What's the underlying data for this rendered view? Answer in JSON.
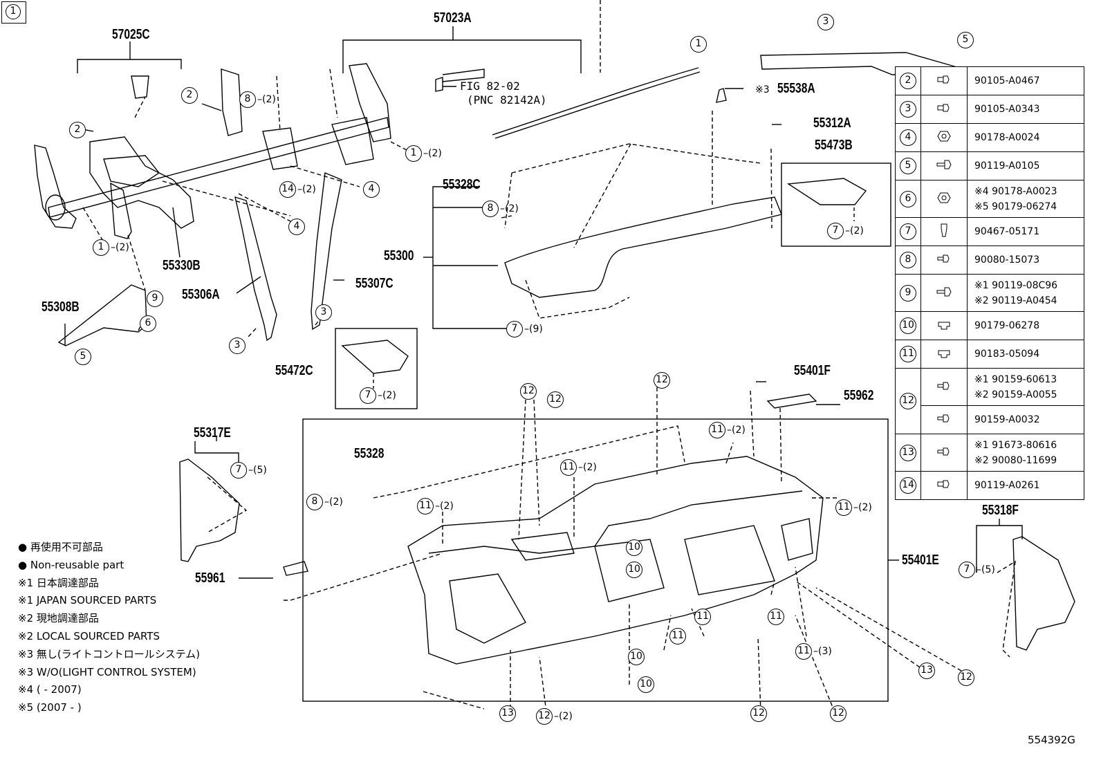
{
  "index_badge": "1",
  "part_numbers": {
    "p57025C": "57025C",
    "p57023A": "57023A",
    "p55330B": "55330B",
    "p55306A": "55306A",
    "p55307C": "55307C",
    "p55308B": "55308B",
    "p55472C": "55472C",
    "p55538A": "55538A",
    "p55312A": "55312A",
    "p55473B": "55473B",
    "p55328C": "55328C",
    "p55300": "55300",
    "p55401F": "55401F",
    "p55962": "55962",
    "p55317E": "55317E",
    "p55328": "55328",
    "p55961": "55961",
    "p55401E": "55401E",
    "p55318F": "55318F"
  },
  "fig_ref": {
    "line1": "FIG 82-02",
    "line2": "(PNC 82142A)"
  },
  "mark3": "※3",
  "callouts": [
    {
      "n": "2",
      "q": ""
    },
    {
      "n": "8",
      "q": "(2)"
    },
    {
      "n": "2",
      "q": ""
    },
    {
      "n": "1",
      "q": "(2)"
    },
    {
      "n": "14",
      "q": "(2)"
    },
    {
      "n": "4",
      "q": ""
    },
    {
      "n": "1",
      "q": "(2)"
    },
    {
      "n": "4",
      "q": ""
    },
    {
      "n": "9",
      "q": ""
    },
    {
      "n": "6",
      "q": ""
    },
    {
      "n": "3",
      "q": ""
    },
    {
      "n": "3",
      "q": ""
    },
    {
      "n": "5",
      "q": ""
    },
    {
      "n": "7",
      "q": "(2)"
    },
    {
      "n": "1",
      "q": ""
    },
    {
      "n": "3",
      "q": ""
    },
    {
      "n": "5",
      "q": ""
    },
    {
      "n": "8",
      "q": "(2)"
    },
    {
      "n": "7",
      "q": "(9)"
    },
    {
      "n": "7",
      "q": "(2)"
    },
    {
      "n": "12",
      "q": ""
    },
    {
      "n": "12",
      "q": ""
    },
    {
      "n": "12",
      "q": ""
    },
    {
      "n": "11",
      "q": "(2)"
    },
    {
      "n": "7",
      "q": "(5)"
    },
    {
      "n": "11",
      "q": "(2)"
    },
    {
      "n": "8",
      "q": "(2)"
    },
    {
      "n": "11",
      "q": "(2)"
    },
    {
      "n": "11",
      "q": "(2)"
    },
    {
      "n": "10",
      "q": ""
    },
    {
      "n": "10",
      "q": ""
    },
    {
      "n": "11",
      "q": ""
    },
    {
      "n": "11",
      "q": ""
    },
    {
      "n": "11",
      "q": ""
    },
    {
      "n": "10",
      "q": ""
    },
    {
      "n": "11",
      "q": "(3)"
    },
    {
      "n": "10",
      "q": ""
    },
    {
      "n": "13",
      "q": ""
    },
    {
      "n": "12",
      "q": ""
    },
    {
      "n": "13",
      "q": ""
    },
    {
      "n": "12",
      "q": "(2)"
    },
    {
      "n": "12",
      "q": ""
    },
    {
      "n": "12",
      "q": ""
    },
    {
      "n": "7",
      "q": "(5)"
    }
  ],
  "fastener_table": [
    {
      "ref": "2",
      "icon": "flange-bolt-icon",
      "parts": [
        "90105-A0467"
      ]
    },
    {
      "ref": "3",
      "icon": "flange-bolt-icon",
      "parts": [
        "90105-A0343"
      ]
    },
    {
      "ref": "4",
      "icon": "hex-nut-icon",
      "parts": [
        "90178-A0024"
      ]
    },
    {
      "ref": "5",
      "icon": "bolt-icon",
      "parts": [
        "90119-A0105"
      ]
    },
    {
      "ref": "6",
      "icon": "hex-nut-icon",
      "parts": [
        "※4 90178-A0023",
        "※5 90179-06274"
      ]
    },
    {
      "ref": "7",
      "icon": "clip-icon",
      "parts": [
        "90467-05171"
      ]
    },
    {
      "ref": "8",
      "icon": "screw-icon",
      "parts": [
        "90080-15073"
      ]
    },
    {
      "ref": "9",
      "icon": "bolt-icon",
      "parts": [
        "※1 90119-08C96",
        "※2 90119-A0454"
      ]
    },
    {
      "ref": "10",
      "icon": "u-nut-icon",
      "parts": [
        "90179-06278"
      ]
    },
    {
      "ref": "11",
      "icon": "u-nut-icon",
      "parts": [
        "90183-05094"
      ]
    },
    {
      "ref": "12",
      "icon": "screw-icon",
      "parts": [
        "※1 90159-60613",
        "※2 90159-A0055"
      ]
    },
    {
      "ref": "",
      "icon": "screw-icon",
      "parts": [
        "90159-A0032"
      ]
    },
    {
      "ref": "13",
      "icon": "screw-icon",
      "parts": [
        "※1 91673-80616",
        "※2 90080-11699"
      ]
    },
    {
      "ref": "14",
      "icon": "flange-bolt-icon",
      "parts": [
        "90119-A0261"
      ]
    }
  ],
  "notes": [
    "● 再使用不可部品",
    "● Non-reusable part",
    "※1 日本調達部品",
    "※1 JAPAN SOURCED PARTS",
    "※2 現地調達部品",
    "※2 LOCAL SOURCED PARTS",
    "※3 無し(ライトコントロールシステム)",
    "※3 W/O(LIGHT CONTROL SYSTEM)",
    "※4 (        - 2007)",
    "※5 (2007 -        )"
  ],
  "drawing_code": "554392G"
}
